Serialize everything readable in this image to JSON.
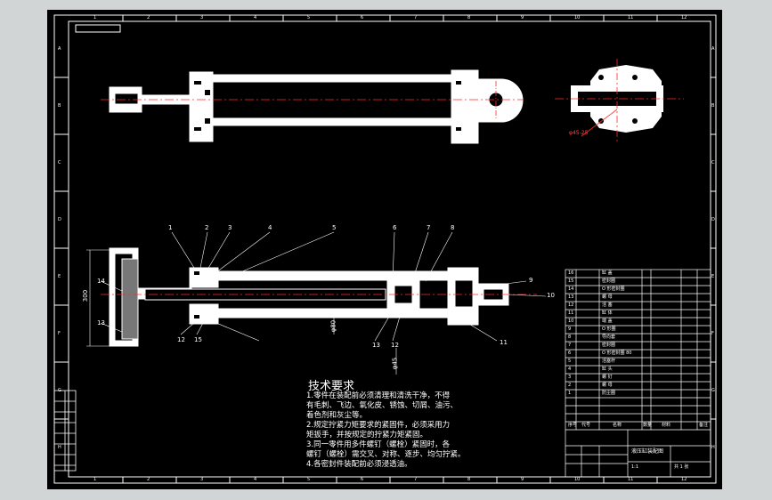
{
  "drawing": {
    "tech_requirements": {
      "title": "技术要求",
      "notes": [
        "1.零件在装配前必须清理和清洗干净，不得",
        "有毛刺、飞边、氧化皮、锈蚀、切屑、油污、",
        "着色剂和灰尘等。",
        "2.规定拧紧力矩要求的紧固件，必须采用力",
        "矩扳手，并按规定的拧紧力矩紧固。",
        "3.同一零件用多件螺钉（螺栓）紧固时，各",
        "螺钉（螺栓）需交叉、对称、逐步、均匀拧紧。",
        "4.各密封件装配前必须浸透油。"
      ]
    },
    "callouts_top": [
      "1",
      "2",
      "3",
      "4",
      "5",
      "6",
      "7",
      "8"
    ],
    "callouts_right": [
      "9",
      "10",
      "11"
    ],
    "callouts_left": [
      "14",
      "13"
    ],
    "callouts_bottom": [
      "12",
      "15",
      "13",
      "12"
    ],
    "dimensions": {
      "stroke": "300",
      "bore": "φ80",
      "rod": "φ45",
      "section_note": "φ45-25"
    },
    "zone_numbers": [
      "1",
      "2",
      "3",
      "4",
      "5",
      "6",
      "7",
      "8",
      "9",
      "10",
      "11",
      "12"
    ],
    "zone_letters": [
      "A",
      "B",
      "C",
      "D",
      "E",
      "F",
      "G",
      "H"
    ],
    "bom_rows": [
      {
        "no": "16",
        "name": "缸 盖"
      },
      {
        "no": "15",
        "name": "密封圈"
      },
      {
        "no": "14",
        "name": "O 形密封圈"
      },
      {
        "no": "13",
        "name": "螺 母"
      },
      {
        "no": "12",
        "name": "活 塞"
      },
      {
        "no": "11",
        "name": "缸 体"
      },
      {
        "no": "10",
        "name": "端 盖"
      },
      {
        "no": "9",
        "name": "O 形圈"
      },
      {
        "no": "8",
        "name": "导向套"
      },
      {
        "no": "7",
        "name": "密封圈"
      },
      {
        "no": "6",
        "name": "O 形密封圈 80"
      },
      {
        "no": "5",
        "name": "活塞杆"
      },
      {
        "no": "4",
        "name": "缸 头"
      },
      {
        "no": "3",
        "name": "螺 钉"
      },
      {
        "no": "2",
        "name": "螺 母"
      },
      {
        "no": "1",
        "name": "防尘圈"
      }
    ],
    "title_block": {
      "header": [
        "序号",
        "代号",
        "名称",
        "数量",
        "材料",
        "备注"
      ],
      "title": "液压缸装配图",
      "scale": "1:1",
      "sheet": "共 1 张"
    }
  }
}
